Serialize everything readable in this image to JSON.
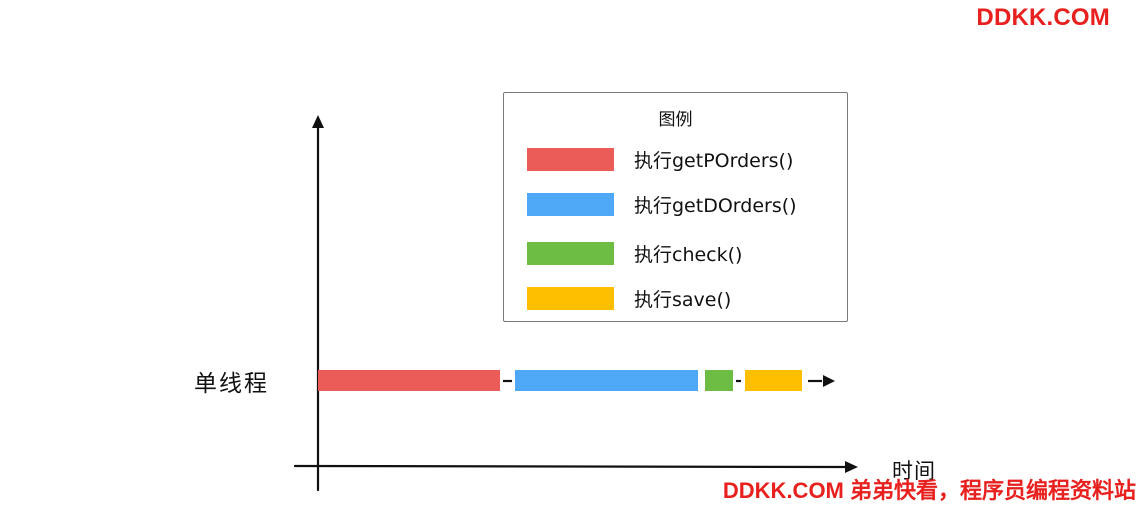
{
  "watermark": {
    "top": "DDKK.COM",
    "bottom": "DDKK.COM 弟弟快看，程序员编程资料站"
  },
  "legend": {
    "title": "图例",
    "items": [
      {
        "label": "执行getPOrders()",
        "color": "#eb5b57"
      },
      {
        "label": "执行getDOrders()",
        "color": "#4fa8f6"
      },
      {
        "label": "执行check()",
        "color": "#6dbd44"
      },
      {
        "label": "执行save()",
        "color": "#fdbf00"
      }
    ]
  },
  "timeline": {
    "row_label": "单线程",
    "x_axis_label": "时间",
    "sequence": [
      "getPOrders()",
      "getDOrders()",
      "check()",
      "save()"
    ]
  },
  "colors": {
    "axis": "#111111",
    "watermark": "#e8201e",
    "legend_border": "#7a7a7a"
  }
}
